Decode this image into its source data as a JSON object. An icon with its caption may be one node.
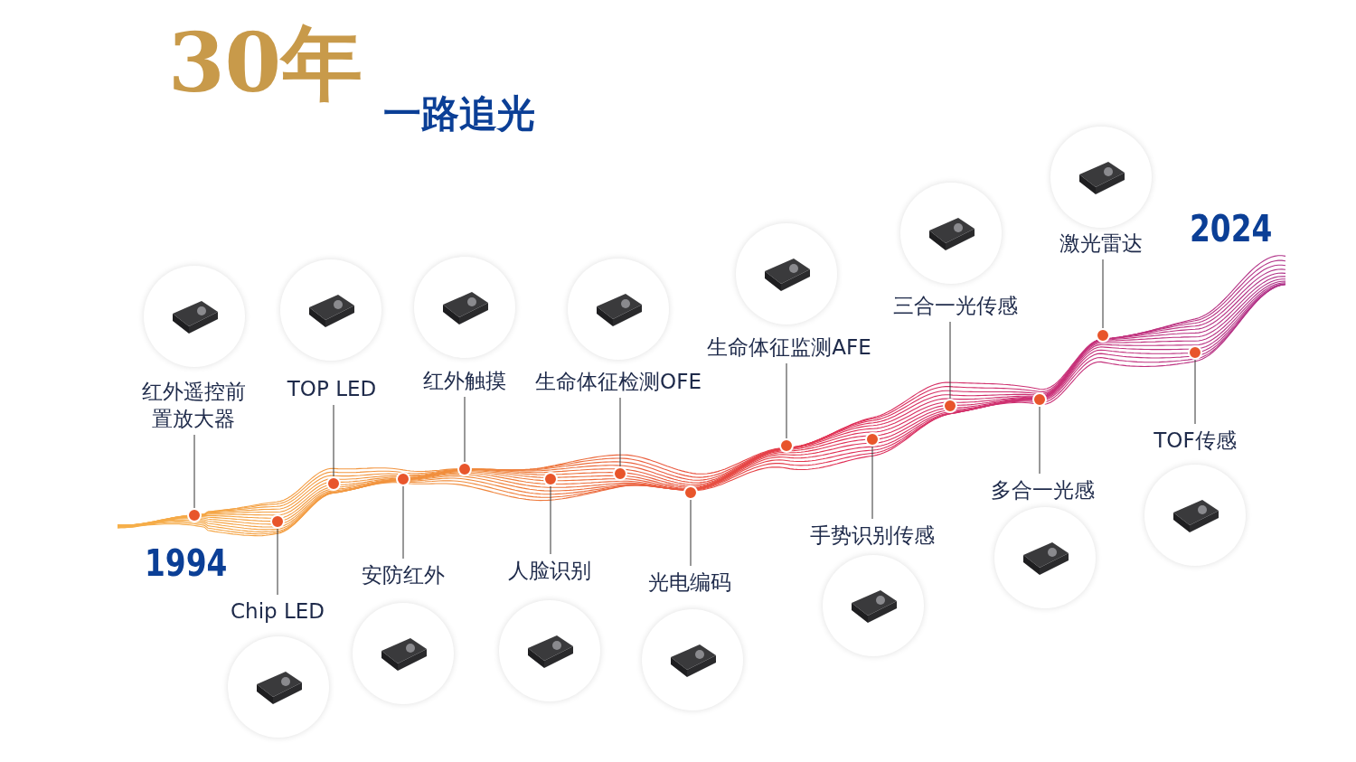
{
  "diagram": {
    "title": "一路追光",
    "nodes": [
      {
        "text": [
          "红外遥控前置放大器"
        ]
      },
      {
        "text": [],
        "shape": "circle"
      },
      {
        "text": [],
        "shape": "picture"
      },
      {
        "text": [
          "Chip LED"
        ]
      },
      {
        "text": [],
        "shape": "circle"
      },
      {
        "text": [],
        "shape": "picture"
      },
      {
        "text": [
          "TOP LED"
        ]
      },
      {
        "text": [],
        "shape": "circle"
      },
      {
        "text": [],
        "shape": "picture"
      },
      {
        "text": [
          "安防红外"
        ]
      },
      {
        "text": [],
        "shape": "circle"
      },
      {
        "text": [],
        "shape": "picture"
      },
      {
        "text": [
          "红外触摸"
        ]
      },
      {
        "text": [],
        "shape": "circle"
      },
      {
        "text": [],
        "shape": "picture"
      },
      {
        "text": [
          "人脸识别"
        ]
      },
      {
        "text": [],
        "shape": "circle"
      },
      {
        "text": [],
        "shape": "picture"
      },
      {
        "text": [
          "生命体征检测OFE"
        ]
      },
      {
        "text": [],
        "shape": "circle"
      },
      {
        "text": [],
        "shape": "picture"
      },
      {
        "text": [
          "光电编码"
        ]
      },
      {
        "text": [],
        "shape": "circle"
      },
      {
        "text": [],
        "shape": "picture"
      },
      {
        "text": [
          "生命体征监测AFE"
        ]
      },
      {
        "text": [],
        "shape": "circle"
      },
      {
        "text": [],
        "shape": "picture"
      },
      {
        "text": [
          "手势识别传感"
        ]
      },
      {
        "text": [],
        "shape": "circle"
      },
      {
        "text": [],
        "shape": "picture"
      },
      {
        "text": [
          "三合一光传感"
        ]
      },
      {
        "text": [],
        "shape": "circle"
      },
      {
        "text": [],
        "shape": "picture"
      },
      {
        "text": [
          "多合一光感"
        ]
      },
      {
        "text": [],
        "shape": "circle"
      },
      {
        "text": [],
        "shape": "picture"
      },
      {
        "text": [
          "激光雷达"
        ]
      },
      {
        "text": [],
        "shape": "circle"
      },
      {
        "text": [],
        "shape": "picture"
      },
      {
        "text": [
          "TOF传感"
        ]
      },
      {
        "text": [],
        "shape": "circle"
      },
      {
        "text": [],
        "shape": "picture"
      }
    ],
    "edges": [
      {
        "from": 0,
        "to": 1,
        "arrow": "none"
      },
      {
        "from": 3,
        "to": 4,
        "arrow": "none"
      },
      {
        "from": 6,
        "to": 7,
        "arrow": "none"
      },
      {
        "from": 9,
        "to": 10,
        "arrow": "none"
      },
      {
        "from": 12,
        "to": 13,
        "arrow": "none"
      },
      {
        "from": 15,
        "to": 16,
        "arrow": "none"
      },
      {
        "from": 18,
        "to": 19,
        "arrow": "none"
      },
      {
        "from": 21,
        "to": 22,
        "arrow": "none"
      },
      {
        "from": 24,
        "to": 25,
        "arrow": "none"
      },
      {
        "from": 27,
        "to": 28,
        "arrow": "none"
      },
      {
        "from": 30,
        "to": 31,
        "arrow": "none"
      },
      {
        "from": 33,
        "to": 34,
        "arrow": "none"
      },
      {
        "from": 36,
        "to": 37,
        "arrow": "none"
      },
      {
        "from": 39,
        "to": 40,
        "arrow": "none"
      }
    ],
    "labels": [
      "30年",
      "1994",
      "2024"
    ]
  }
}
